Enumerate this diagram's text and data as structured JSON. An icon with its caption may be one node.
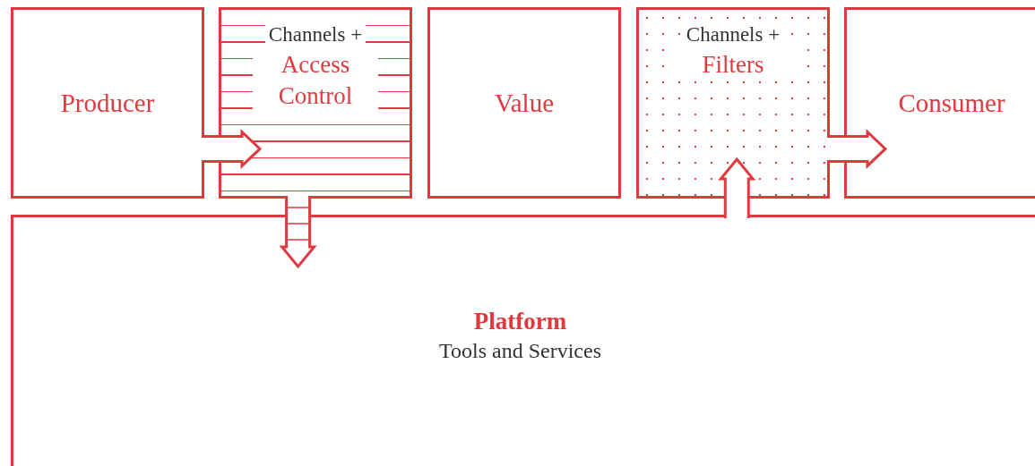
{
  "diagram": {
    "nodes": [
      {
        "text": [
          "Producer"
        ]
      },
      {
        "text": [
          "Channels +",
          "Access Control"
        ]
      },
      {
        "text": [
          "Value"
        ]
      },
      {
        "text": [
          "Channels +",
          "Filters"
        ]
      },
      {
        "text": [
          "Consumer"
        ]
      },
      {
        "text": [
          "Platform",
          "Tools and Services"
        ]
      }
    ],
    "edges": [
      {
        "from": 0,
        "to": 1,
        "arrow": "to"
      },
      {
        "from": 1,
        "to": 5,
        "arrow": "to"
      },
      {
        "from": 5,
        "to": 3,
        "arrow": "to"
      },
      {
        "from": 3,
        "to": 4,
        "arrow": "to"
      }
    ]
  }
}
